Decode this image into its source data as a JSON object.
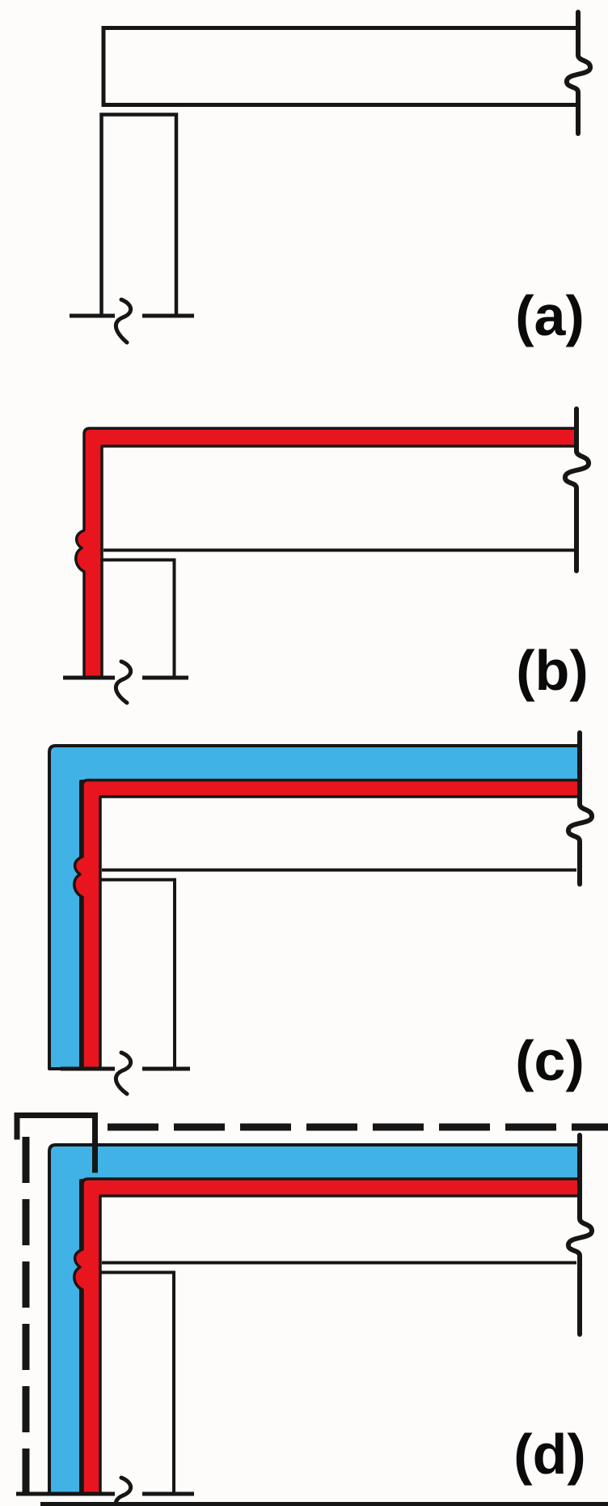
{
  "figure": {
    "title": "Roof slab to wall corner detail — four construction stages",
    "type": "technical-detail-diagram",
    "colors": {
      "membrane_red": "#e8151e",
      "insulation_blue": "#41b2e5",
      "line_black": "#161616",
      "background": "#fdfcfa"
    },
    "panels": [
      {
        "label": "(a)",
        "layers": [
          "structure"
        ]
      },
      {
        "label": "(b)",
        "layers": [
          "structure",
          "membrane"
        ]
      },
      {
        "label": "(c)",
        "layers": [
          "structure",
          "membrane",
          "insulation"
        ]
      },
      {
        "label": "(d)",
        "layers": [
          "structure",
          "membrane",
          "insulation",
          "protective-cladding-dashed"
        ]
      }
    ]
  }
}
